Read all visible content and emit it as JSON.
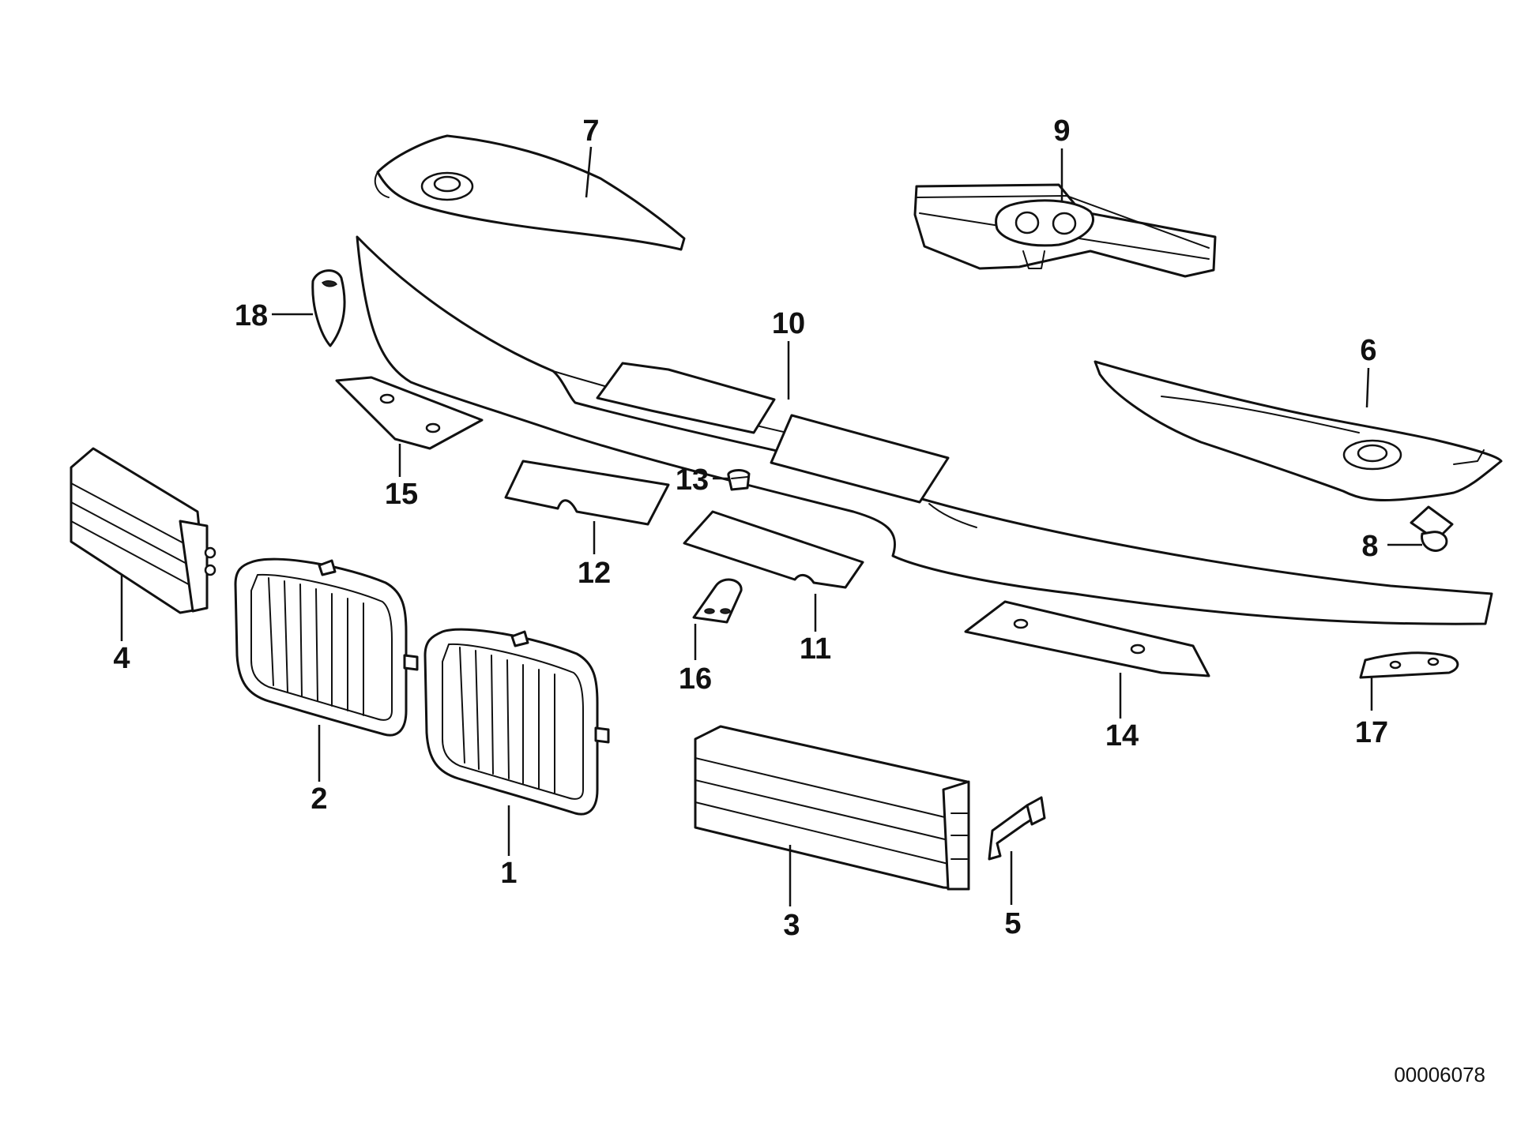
{
  "diagram": {
    "drawing_number": "00006078",
    "callouts": {
      "c1": "1",
      "c2": "2",
      "c3": "3",
      "c4": "4",
      "c5": "5",
      "c6": "6",
      "c7": "7",
      "c8": "8",
      "c9": "9",
      "c10": "10",
      "c11": "11",
      "c12": "12",
      "c13": "13",
      "c14": "14",
      "c15": "15",
      "c16": "16",
      "c17": "17",
      "c18": "18"
    }
  }
}
